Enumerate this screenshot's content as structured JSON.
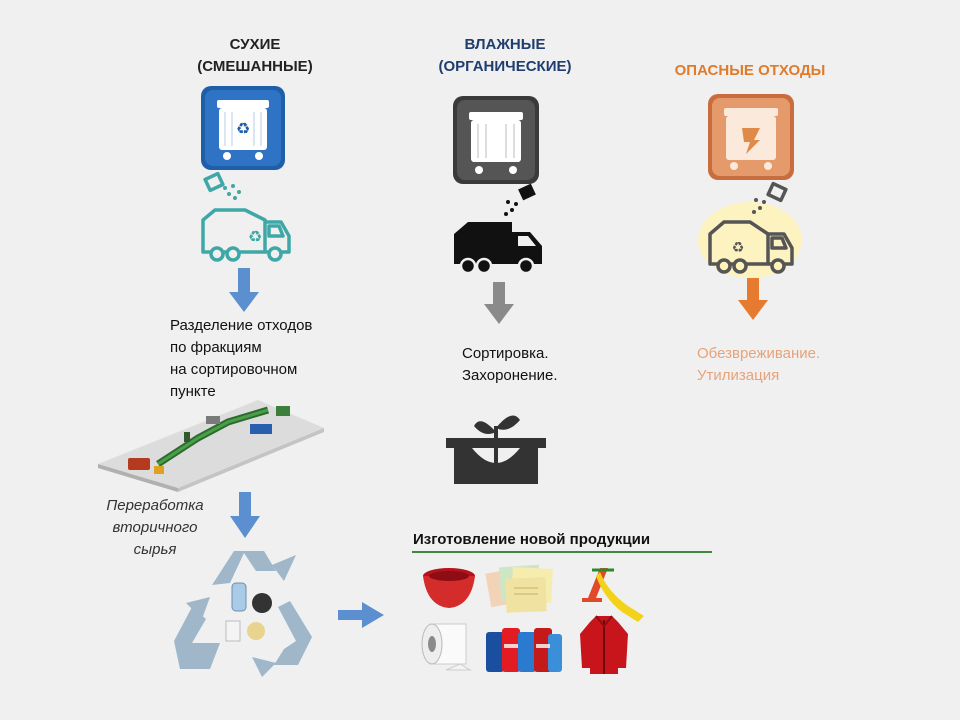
{
  "columns": {
    "dry": {
      "title_line1": "СУХИЕ",
      "title_line2": "(СМЕШАННЫЕ)",
      "color": "#1f5fa8"
    },
    "wet": {
      "title_line1": "ВЛАЖНЫЕ",
      "title_line2": "(ОРГАНИЧЕСКИЕ)",
      "color": "#444444"
    },
    "hazardous": {
      "title": "ОПАСНЫЕ ОТХОДЫ",
      "color": "#d4784a"
    }
  },
  "dry_process": {
    "step_lines": [
      "Разделение отходов",
      "по фракциям",
      "на сортировочном",
      "пункте"
    ],
    "recycling_lines": [
      "Переработка",
      "вторичного",
      "сырья"
    ]
  },
  "wet_process": {
    "step_lines": [
      "Сортировка.",
      "Захоронение."
    ]
  },
  "hazardous_process": {
    "step_lines": [
      "Обезвреживание.",
      "Утилизация"
    ]
  },
  "products": {
    "title": "Изготовление новой продукции",
    "items": [
      "bowl",
      "paper-folders",
      "slide",
      "toilet-paper",
      "cans",
      "jacket"
    ]
  },
  "colors": {
    "arrow_blue": "#5b8fd0",
    "arrow_gray": "#8a8a8a",
    "arrow_orange": "#e67a2e",
    "teal": "#3fa7a7",
    "green_line": "#3c8a3c"
  }
}
